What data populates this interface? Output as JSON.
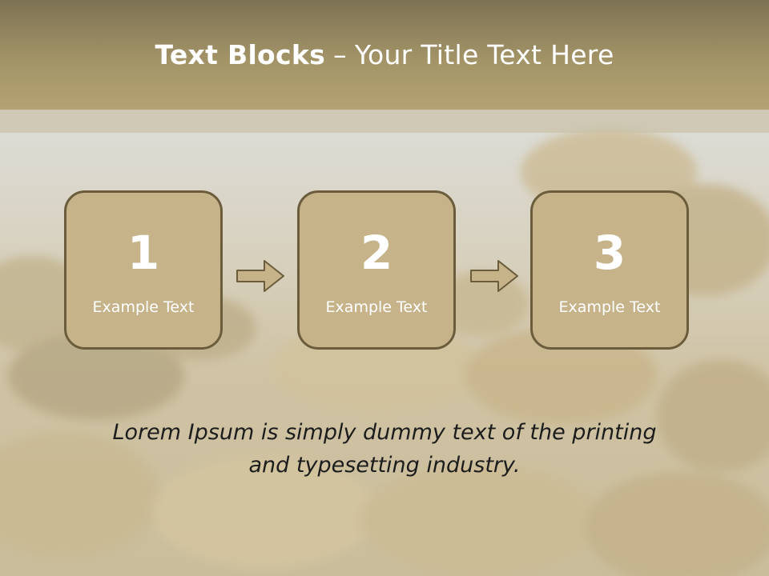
{
  "title": {
    "bold": "Text Blocks",
    "separator": "–",
    "rest": "Your Title Text Here"
  },
  "steps": [
    {
      "number": "1",
      "label": "Example Text"
    },
    {
      "number": "2",
      "label": "Example Text"
    },
    {
      "number": "3",
      "label": "Example Text"
    }
  ],
  "caption": {
    "line1": "Lorem Ipsum is simply dummy text of the printing",
    "line2": "and typesetting industry."
  },
  "colors": {
    "title_bar": "#a39467",
    "box_fill": "#c6b38a",
    "box_border": "#6b5d3c",
    "arrow_fill": "#c6b38a"
  }
}
